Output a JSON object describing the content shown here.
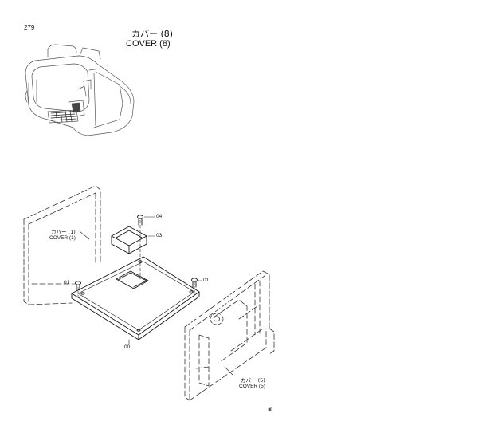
{
  "page_number": "279",
  "title": {
    "jp": "カバー (8)",
    "en": "COVER (8)"
  },
  "callouts": {
    "part_04": "04",
    "part_03": "03",
    "part_01_left": "01",
    "part_01_right": "01",
    "part_00": "00"
  },
  "references": {
    "cover1_jp": "カバー (1)",
    "cover1_en": "COVER (1)",
    "cover5_jp": "カバー (5)",
    "cover5_en": "COVER (5)"
  },
  "corner_mark": "⑧"
}
